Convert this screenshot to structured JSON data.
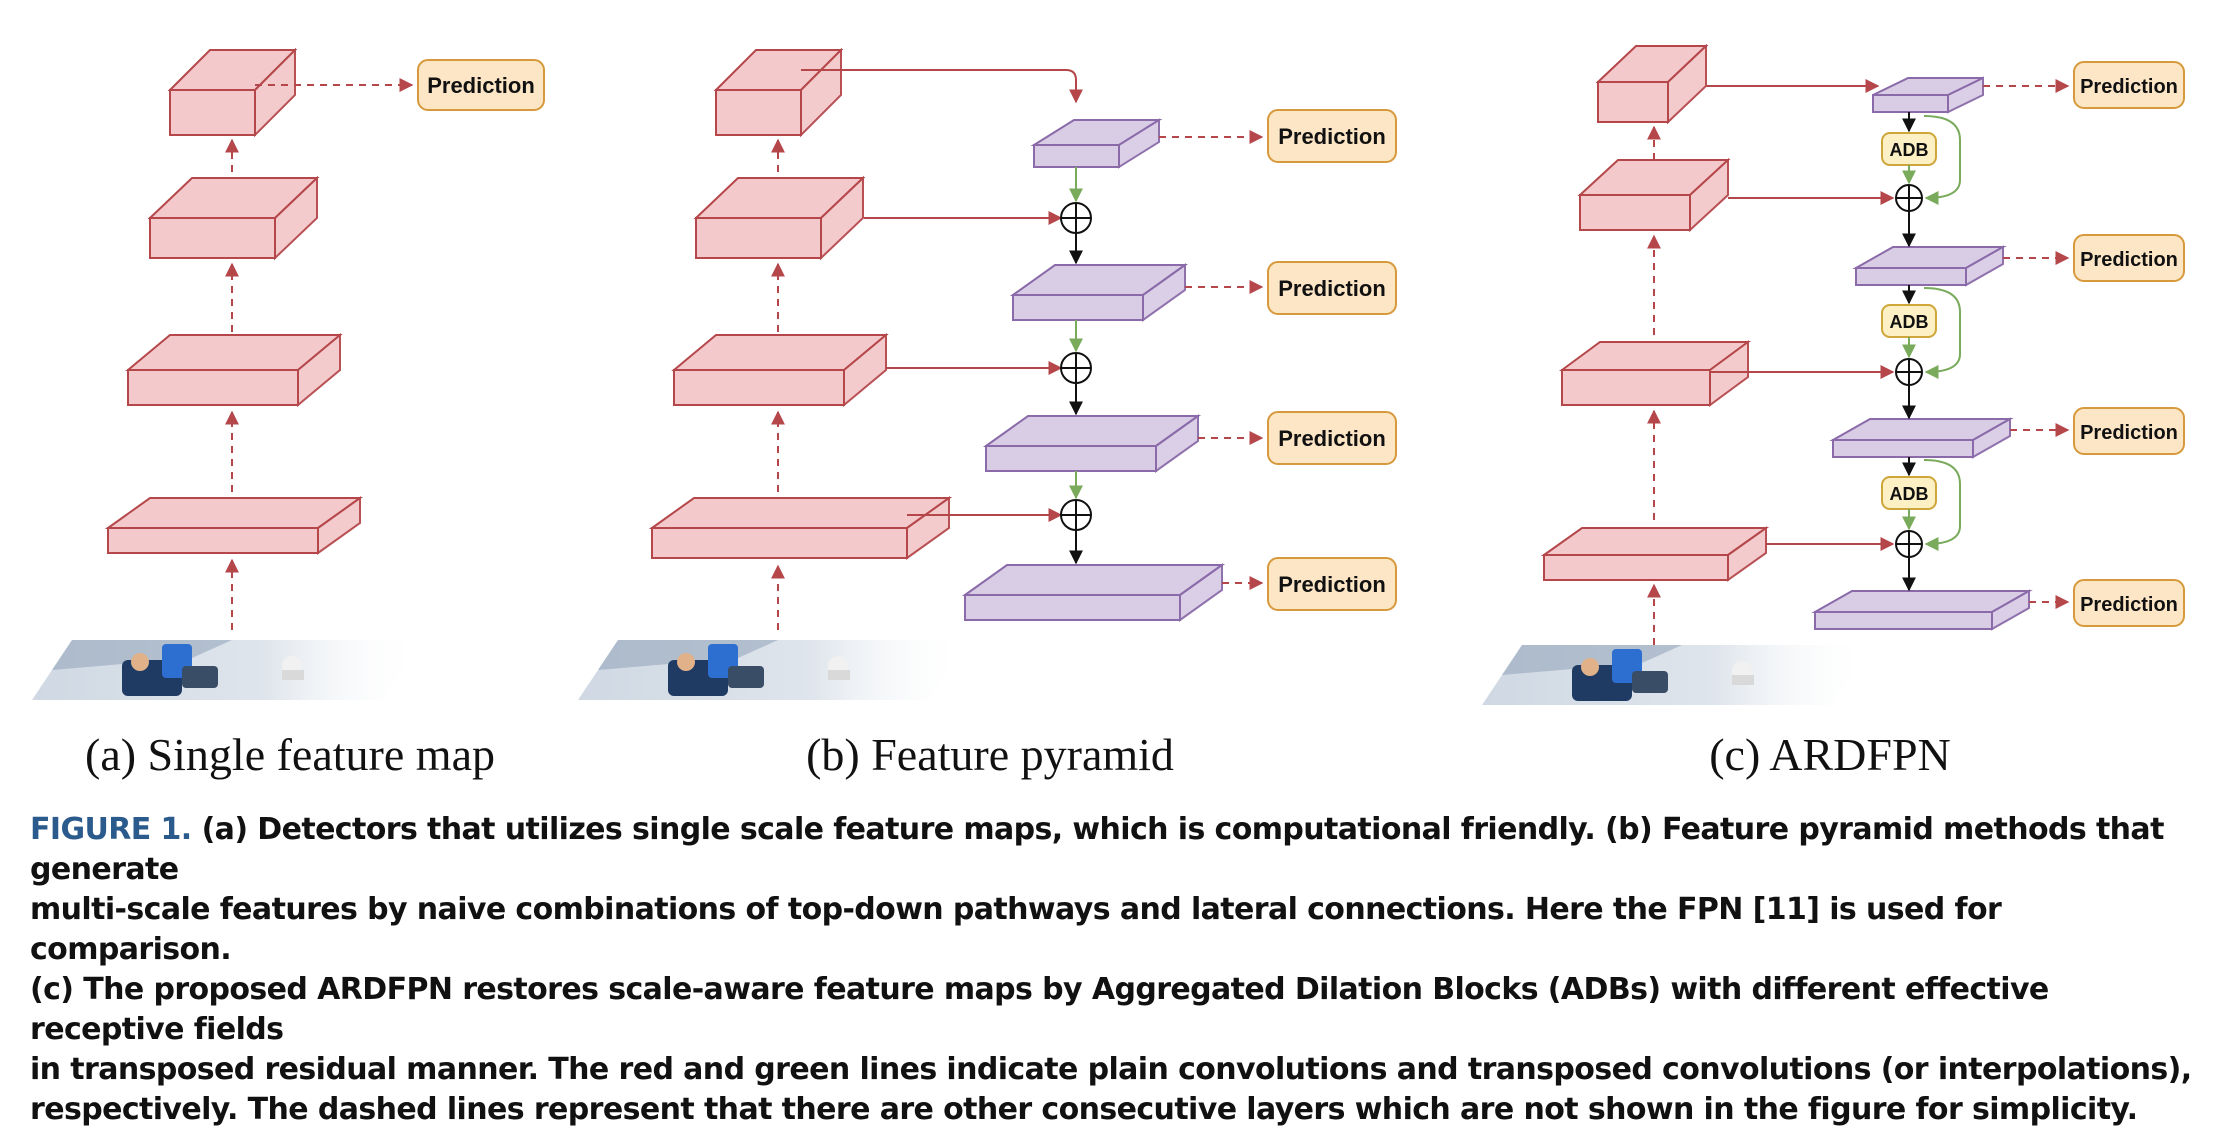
{
  "panels": {
    "a": {
      "caption": "(a) Single feature map",
      "prediction_label": "Prediction"
    },
    "b": {
      "caption": "(b) Feature pyramid",
      "prediction_label": "Prediction"
    },
    "c": {
      "caption": "(c) ARDFPN",
      "prediction_label": "Prediction",
      "block_label": "ADB"
    }
  },
  "colors": {
    "bottom_up_fill": "#f4c9cb",
    "bottom_up_stroke": "#b5474b",
    "top_down_fill": "#d9cde6",
    "top_down_stroke": "#8a6aa8",
    "prediction_fill": "#fde6c6",
    "prediction_stroke": "#d69a3c",
    "adb_fill": "#fdf0c4",
    "adb_stroke": "#cfa63a",
    "plain_conv_line": "#b5474b",
    "transposed_conv_line": "#7aab5c",
    "caption_label": "#2b5b8c"
  },
  "caption": {
    "figure_label": "FIGURE 1.",
    "line1": "(a) Detectors that utilizes single scale feature maps, which is computational friendly. (b) Feature pyramid methods that generate",
    "line2": "multi-scale features by naive combinations of top-down pathways and lateral connections. Here the FPN [11] is used for comparison.",
    "line3": "(c) The proposed ARDFPN restores scale-aware feature maps by Aggregated Dilation Blocks (ADBs) with different effective receptive fields",
    "line4": "in transposed residual manner. The red and green lines indicate plain convolutions and transposed convolutions (or interpolations),",
    "line5": "respectively. The dashed lines represent that there are other consecutive layers which are not shown in the figure for simplicity."
  }
}
